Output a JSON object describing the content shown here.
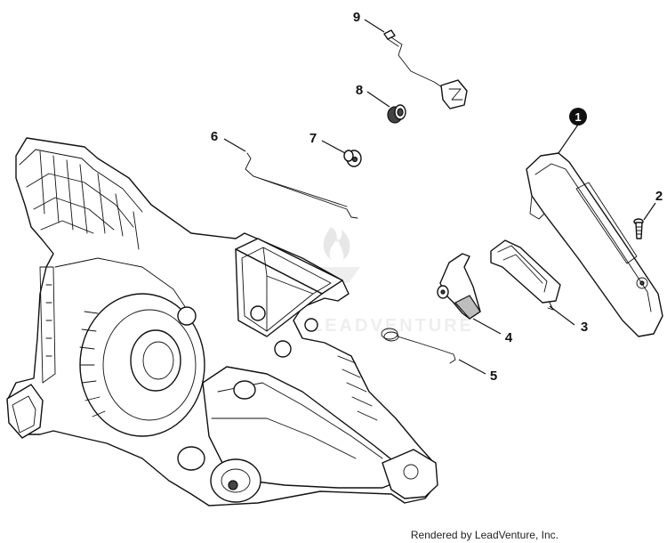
{
  "callouts": [
    {
      "id": "1",
      "style": "filled"
    },
    {
      "id": "2",
      "style": "plain"
    },
    {
      "id": "3",
      "style": "plain"
    },
    {
      "id": "4",
      "style": "plain"
    },
    {
      "id": "5",
      "style": "plain"
    },
    {
      "id": "6",
      "style": "plain"
    },
    {
      "id": "7",
      "style": "plain"
    },
    {
      "id": "8",
      "style": "plain"
    },
    {
      "id": "9",
      "style": "plain"
    }
  ],
  "watermark": {
    "text": "LEADVENTURE"
  },
  "credit": "Rendered by LeadVenture, Inc.",
  "colors": {
    "line": "#111111",
    "background": "#ffffff",
    "watermark": "#d9d9d9"
  }
}
